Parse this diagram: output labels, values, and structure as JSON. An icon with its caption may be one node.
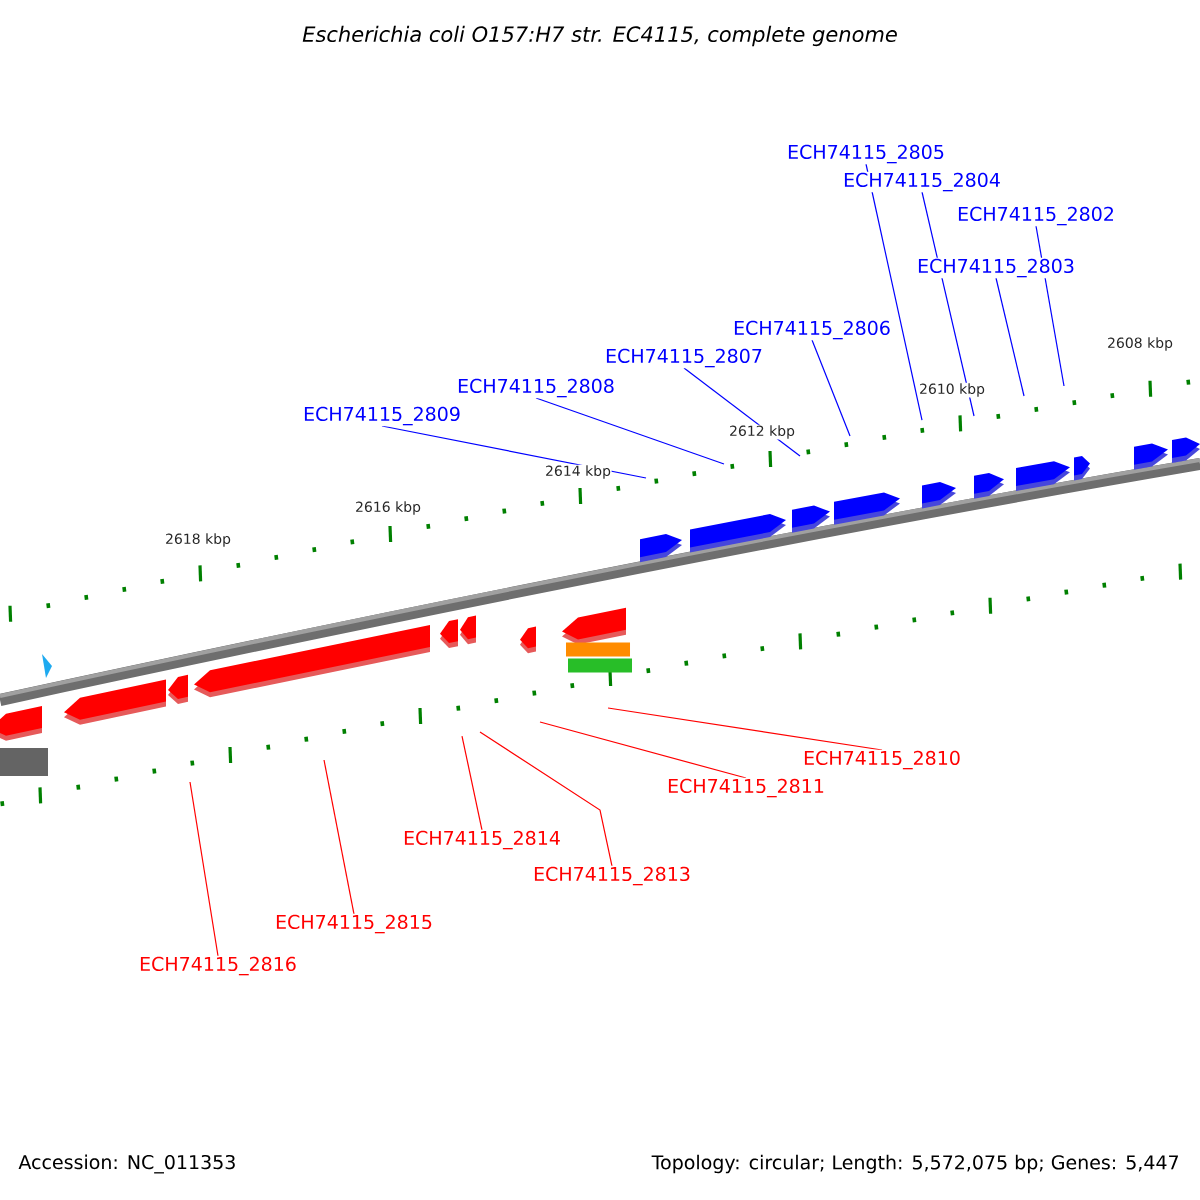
{
  "diagram": {
    "title": "Escherichia coli O157:H7 str. EC4115, complete genome",
    "nodes": [
      {
        "text": [
          "ECH74115_2805"
        ]
      },
      {
        "text": [
          "ECH74115_2804"
        ]
      },
      {
        "text": [
          "ECH74115_2802"
        ]
      },
      {
        "text": [
          "ECH74115_2803"
        ]
      },
      {
        "text": [
          "ECH74115_2806"
        ]
      },
      {
        "text": [
          "ECH74115_2807"
        ]
      },
      {
        "text": [
          "ECH74115_2808"
        ]
      },
      {
        "text": [
          "ECH74115_2809"
        ]
      },
      {
        "text": [
          "ECH74115_2810"
        ]
      },
      {
        "text": [
          "ECH74115_2811"
        ]
      },
      {
        "text": [
          "ECH74115_2814"
        ]
      },
      {
        "text": [
          "ECH74115_2813"
        ]
      },
      {
        "text": [
          "ECH74115_2815"
        ]
      },
      {
        "text": [
          "ECH74115_2816"
        ]
      }
    ],
    "edges": [
      {
        "from": 0,
        "to": null,
        "arrow": "none"
      },
      {
        "from": 1,
        "to": null,
        "arrow": "none"
      },
      {
        "from": 2,
        "to": null,
        "arrow": "none"
      },
      {
        "from": 3,
        "to": null,
        "arrow": "none"
      },
      {
        "from": 4,
        "to": null,
        "arrow": "none"
      },
      {
        "from": 5,
        "to": null,
        "arrow": "none"
      },
      {
        "from": 6,
        "to": null,
        "arrow": "none"
      },
      {
        "from": 7,
        "to": null,
        "arrow": "none"
      },
      {
        "from": 8,
        "to": null,
        "arrow": "none",
        "color": "#ff0000"
      },
      {
        "from": 9,
        "to": null,
        "arrow": "none",
        "color": "#ff0000"
      },
      {
        "from": 10,
        "to": null,
        "arrow": "none",
        "color": "#ff0000"
      },
      {
        "from": 11,
        "to": null,
        "arrow": "none",
        "color": "#ff0000"
      },
      {
        "from": 12,
        "to": null,
        "arrow": "none",
        "color": "#ff0000"
      },
      {
        "from": 13,
        "to": null,
        "arrow": "none",
        "color": "#ff0000"
      }
    ],
    "labels": [
      "2608 kbp",
      "2610 kbp",
      "2612 kbp",
      "2614 kbp",
      "2616 kbp",
      "2618 kbp",
      "Accession: NC_011353",
      "Topology: circular; Length: 5,572,075 bp; Genes: 5,447"
    ]
  }
}
